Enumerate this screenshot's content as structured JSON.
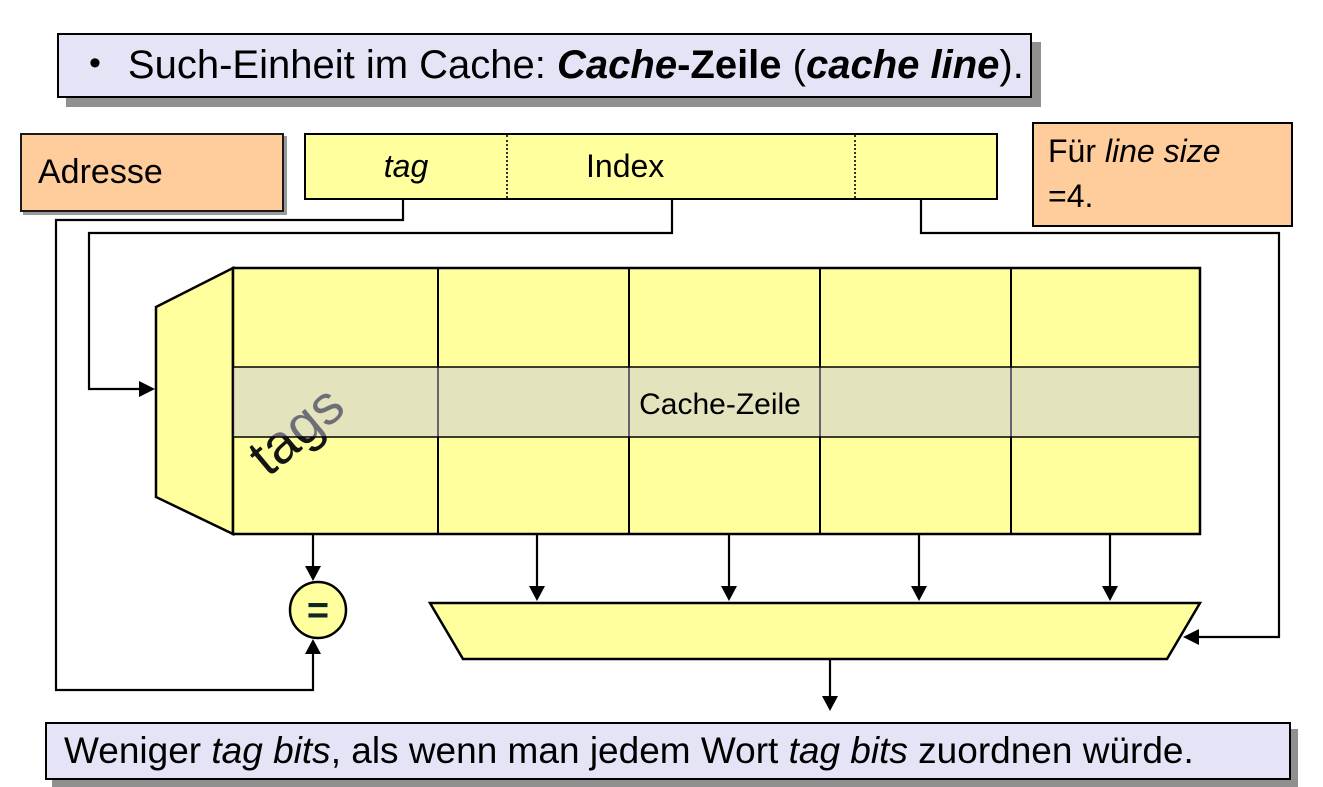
{
  "colors": {
    "yellow": "#ffff9d",
    "orange": "#ffcc9b",
    "lavender": "#e4e4f6",
    "highlight_overlay": "rgba(200,200,222,0.5)",
    "shadow": "#909090",
    "border": "#000000"
  },
  "title_box": {
    "bullet": "•",
    "part1": "Such-Einheit im Cache: ",
    "part2_bold_italic": "Cache",
    "part3_bold": "-Zeile",
    "part4": " (",
    "part5_bold_italic": "cache line",
    "part6": ")."
  },
  "address_label_box": {
    "label": "Adresse"
  },
  "address_bar": {
    "fields": [
      {
        "label": "tag"
      },
      {
        "label": "Index"
      },
      {
        "label": ""
      }
    ]
  },
  "note_box": {
    "line1_prefix": "Für ",
    "line1_italic": "line size",
    "line2": "=4."
  },
  "cache": {
    "tags_label": "tags",
    "row_label": "Cache-Zeile"
  },
  "comparator": {
    "symbol": "="
  },
  "bottom_box": {
    "part1": "Weniger ",
    "italic1": "tag bits",
    "part2": ", als wenn man jedem Wort ",
    "italic2": "tag bits",
    "part3": " zuordnen würde."
  }
}
